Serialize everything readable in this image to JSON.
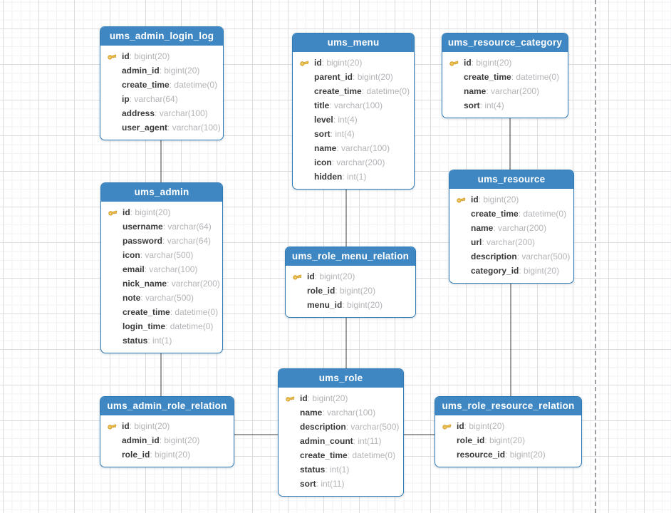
{
  "diagram_type": "database-er-model",
  "colors": {
    "table_header_blue": "#3e87c3",
    "table_border_blue": "#2e7ab5",
    "field_name_text": "#3a3a3a",
    "field_type_text": "#b4b4b8",
    "connector_line": "#3c3c3c",
    "page_break_line": "#9e9ea2",
    "key_icon_gold": "#f6c84c",
    "key_icon_outline": "#c28f1e",
    "grid_major": "#dcdce0",
    "grid_minor": "#f2f2f5"
  },
  "icons": {
    "primary_key": "gold-key-icon"
  },
  "tables": [
    {
      "title": "ums_admin_login_log",
      "fields": [
        {
          "name": "id",
          "type": "bigint(20)",
          "key": true
        },
        {
          "name": "admin_id",
          "type": "bigint(20)",
          "key": false
        },
        {
          "name": "create_time",
          "type": "datetime(0)",
          "key": false
        },
        {
          "name": "ip",
          "type": "varchar(64)",
          "key": false
        },
        {
          "name": "address",
          "type": "varchar(100)",
          "key": false
        },
        {
          "name": "user_agent",
          "type": "varchar(100)",
          "key": false
        }
      ]
    },
    {
      "title": "ums_menu",
      "fields": [
        {
          "name": "id",
          "type": "bigint(20)",
          "key": true
        },
        {
          "name": "parent_id",
          "type": "bigint(20)",
          "key": false
        },
        {
          "name": "create_time",
          "type": "datetime(0)",
          "key": false
        },
        {
          "name": "title",
          "type": "varchar(100)",
          "key": false
        },
        {
          "name": "level",
          "type": "int(4)",
          "key": false
        },
        {
          "name": "sort",
          "type": "int(4)",
          "key": false
        },
        {
          "name": "name",
          "type": "varchar(100)",
          "key": false
        },
        {
          "name": "icon",
          "type": "varchar(200)",
          "key": false
        },
        {
          "name": "hidden",
          "type": "int(1)",
          "key": false
        }
      ]
    },
    {
      "title": "ums_resource_category",
      "fields": [
        {
          "name": "id",
          "type": "bigint(20)",
          "key": true
        },
        {
          "name": "create_time",
          "type": "datetime(0)",
          "key": false
        },
        {
          "name": "name",
          "type": "varchar(200)",
          "key": false
        },
        {
          "name": "sort",
          "type": "int(4)",
          "key": false
        }
      ]
    },
    {
      "title": "ums_admin",
      "fields": [
        {
          "name": "id",
          "type": "bigint(20)",
          "key": true
        },
        {
          "name": "username",
          "type": "varchar(64)",
          "key": false
        },
        {
          "name": "password",
          "type": "varchar(64)",
          "key": false
        },
        {
          "name": "icon",
          "type": "varchar(500)",
          "key": false
        },
        {
          "name": "email",
          "type": "varchar(100)",
          "key": false
        },
        {
          "name": "nick_name",
          "type": "varchar(200)",
          "key": false
        },
        {
          "name": "note",
          "type": "varchar(500)",
          "key": false
        },
        {
          "name": "create_time",
          "type": "datetime(0)",
          "key": false
        },
        {
          "name": "login_time",
          "type": "datetime(0)",
          "key": false
        },
        {
          "name": "status",
          "type": "int(1)",
          "key": false
        }
      ]
    },
    {
      "title": "ums_resource",
      "fields": [
        {
          "name": "id",
          "type": "bigint(20)",
          "key": true
        },
        {
          "name": "create_time",
          "type": "datetime(0)",
          "key": false
        },
        {
          "name": "name",
          "type": "varchar(200)",
          "key": false
        },
        {
          "name": "url",
          "type": "varchar(200)",
          "key": false
        },
        {
          "name": "description",
          "type": "varchar(500)",
          "key": false
        },
        {
          "name": "category_id",
          "type": "bigint(20)",
          "key": false
        }
      ]
    },
    {
      "title": "ums_role_menu_relation",
      "fields": [
        {
          "name": "id",
          "type": "bigint(20)",
          "key": true
        },
        {
          "name": "role_id",
          "type": "bigint(20)",
          "key": false
        },
        {
          "name": "menu_id",
          "type": "bigint(20)",
          "key": false
        }
      ]
    },
    {
      "title": "ums_role",
      "fields": [
        {
          "name": "id",
          "type": "bigint(20)",
          "key": true
        },
        {
          "name": "name",
          "type": "varchar(100)",
          "key": false
        },
        {
          "name": "description",
          "type": "varchar(500)",
          "key": false
        },
        {
          "name": "admin_count",
          "type": "int(11)",
          "key": false
        },
        {
          "name": "create_time",
          "type": "datetime(0)",
          "key": false
        },
        {
          "name": "status",
          "type": "int(1)",
          "key": false
        },
        {
          "name": "sort",
          "type": "int(11)",
          "key": false
        }
      ]
    },
    {
      "title": "ums_admin_role_relation",
      "fields": [
        {
          "name": "id",
          "type": "bigint(20)",
          "key": true
        },
        {
          "name": "admin_id",
          "type": "bigint(20)",
          "key": false
        },
        {
          "name": "role_id",
          "type": "bigint(20)",
          "key": false
        }
      ]
    },
    {
      "title": "ums_role_resource_relation",
      "fields": [
        {
          "name": "id",
          "type": "bigint(20)",
          "key": true
        },
        {
          "name": "role_id",
          "type": "bigint(20)",
          "key": false
        },
        {
          "name": "resource_id",
          "type": "bigint(20)",
          "key": false
        }
      ]
    }
  ],
  "relationships": [
    {
      "from": "ums_admin_login_log",
      "to": "ums_admin"
    },
    {
      "from": "ums_admin",
      "to": "ums_admin_role_relation"
    },
    {
      "from": "ums_admin_role_relation",
      "to": "ums_role"
    },
    {
      "from": "ums_role",
      "to": "ums_role_resource_relation"
    },
    {
      "from": "ums_menu",
      "to": "ums_role_menu_relation"
    },
    {
      "from": "ums_role_menu_relation",
      "to": "ums_role"
    },
    {
      "from": "ums_resource_category",
      "to": "ums_resource"
    },
    {
      "from": "ums_resource",
      "to": "ums_role_resource_relation"
    }
  ]
}
